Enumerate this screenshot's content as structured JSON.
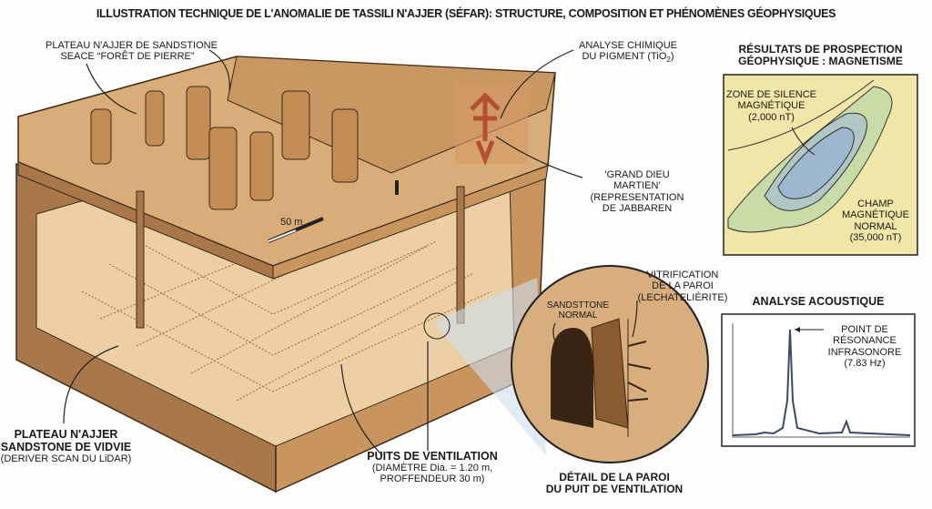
{
  "title": "ILLUSTRATION TECHNIQUE DE L'ANOMALIE DE TASSILI N'AJJER (SÉFAR): STRUCTURE, COMPOSITION ET PHÉNOMÈNES GÉOPHYSIQUES",
  "labels": {
    "plateau_top": [
      "PLATEAU N'AJJER DE SANDSTIONE",
      "SEACE “FORÊT DE PIERRE”"
    ],
    "pigment": [
      "ANALYSE CHIMIQUE",
      "DU PIGMENT (TiO",
      "2",
      ")"
    ],
    "grand_dieu": [
      "‘GRAND DIEU",
      "MARTIEN’",
      "(REPRESENTATION",
      "DE JABBAREN"
    ],
    "scale": "50 m",
    "plateau_bottom": [
      "PLATEAU N'AJJER",
      "SANDSTONE DE VIDVIE",
      "(DERIVER SCAN DU LiDAR)"
    ],
    "puits": [
      "PUITS DE VENTILATION",
      "(DIAMÈTRE Dia. = 1.20 m,",
      "PROFFENDEUR 30 m)"
    ],
    "vitrification": [
      "VITRIFICATION",
      "DE LA PAROI",
      "(LECHATELIÉRITE)"
    ],
    "sandstone_normal": [
      "SANDSTTONE",
      "NORMAL"
    ],
    "detail": [
      "DÉTAIL DE LA PAROI",
      "DU PUIT DE VENTILATION"
    ]
  },
  "magnetism": {
    "title": [
      "RÉSULTATS DE PROSPECTION",
      "GÉOPHYSIQUE : MAGNETISME"
    ],
    "silence": [
      "ZONE DE SILENCE",
      "MAGNÉTIQUE",
      "(2,000 nT)"
    ],
    "normal": [
      "CHAMP",
      "MAGNÉTIQUE",
      "NORMAL",
      "(35,000 nT)"
    ]
  },
  "acoustic": {
    "title": "ANALYSE ACOUSTIQUE",
    "peak": [
      "POINT DE",
      "RÉSONANCE",
      "INFRASONORE",
      "(7.83 Hz)"
    ]
  },
  "colors": {
    "sand_top": "#d9ad78",
    "sand_side": "#a8784a",
    "sand_light": "#ecd0a4",
    "map_yellow": "#efe6a8",
    "map_green": "#c9dba6",
    "map_blue": "#9fb6cf",
    "line": "#3a4a6a"
  }
}
